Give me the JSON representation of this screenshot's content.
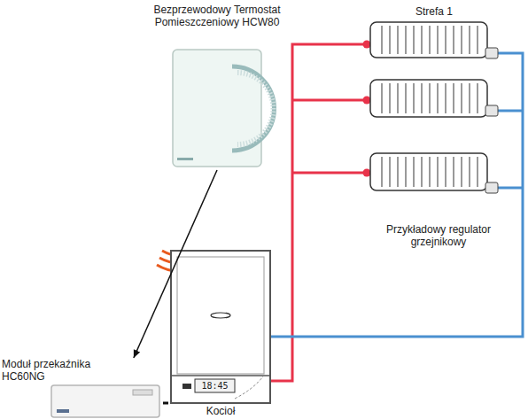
{
  "diagram": {
    "nodes": [
      {
        "text": [
          "Bezprzewodowy Termostat Pomieszczeniowy HCW80"
        ]
      },
      {
        "text": [
          "Moduł przekaźnika HC60NG"
        ]
      },
      {
        "text": [
          "Kocioł",
          "18:45"
        ]
      }
    ],
    "edges": [
      {
        "from": 0,
        "to": 1,
        "arrow": "to"
      },
      {
        "from": 1,
        "to": 2,
        "arrow": "none"
      }
    ],
    "labels": [
      "Strefa 1",
      "Przykładowy regulator grzejnikowy"
    ]
  }
}
